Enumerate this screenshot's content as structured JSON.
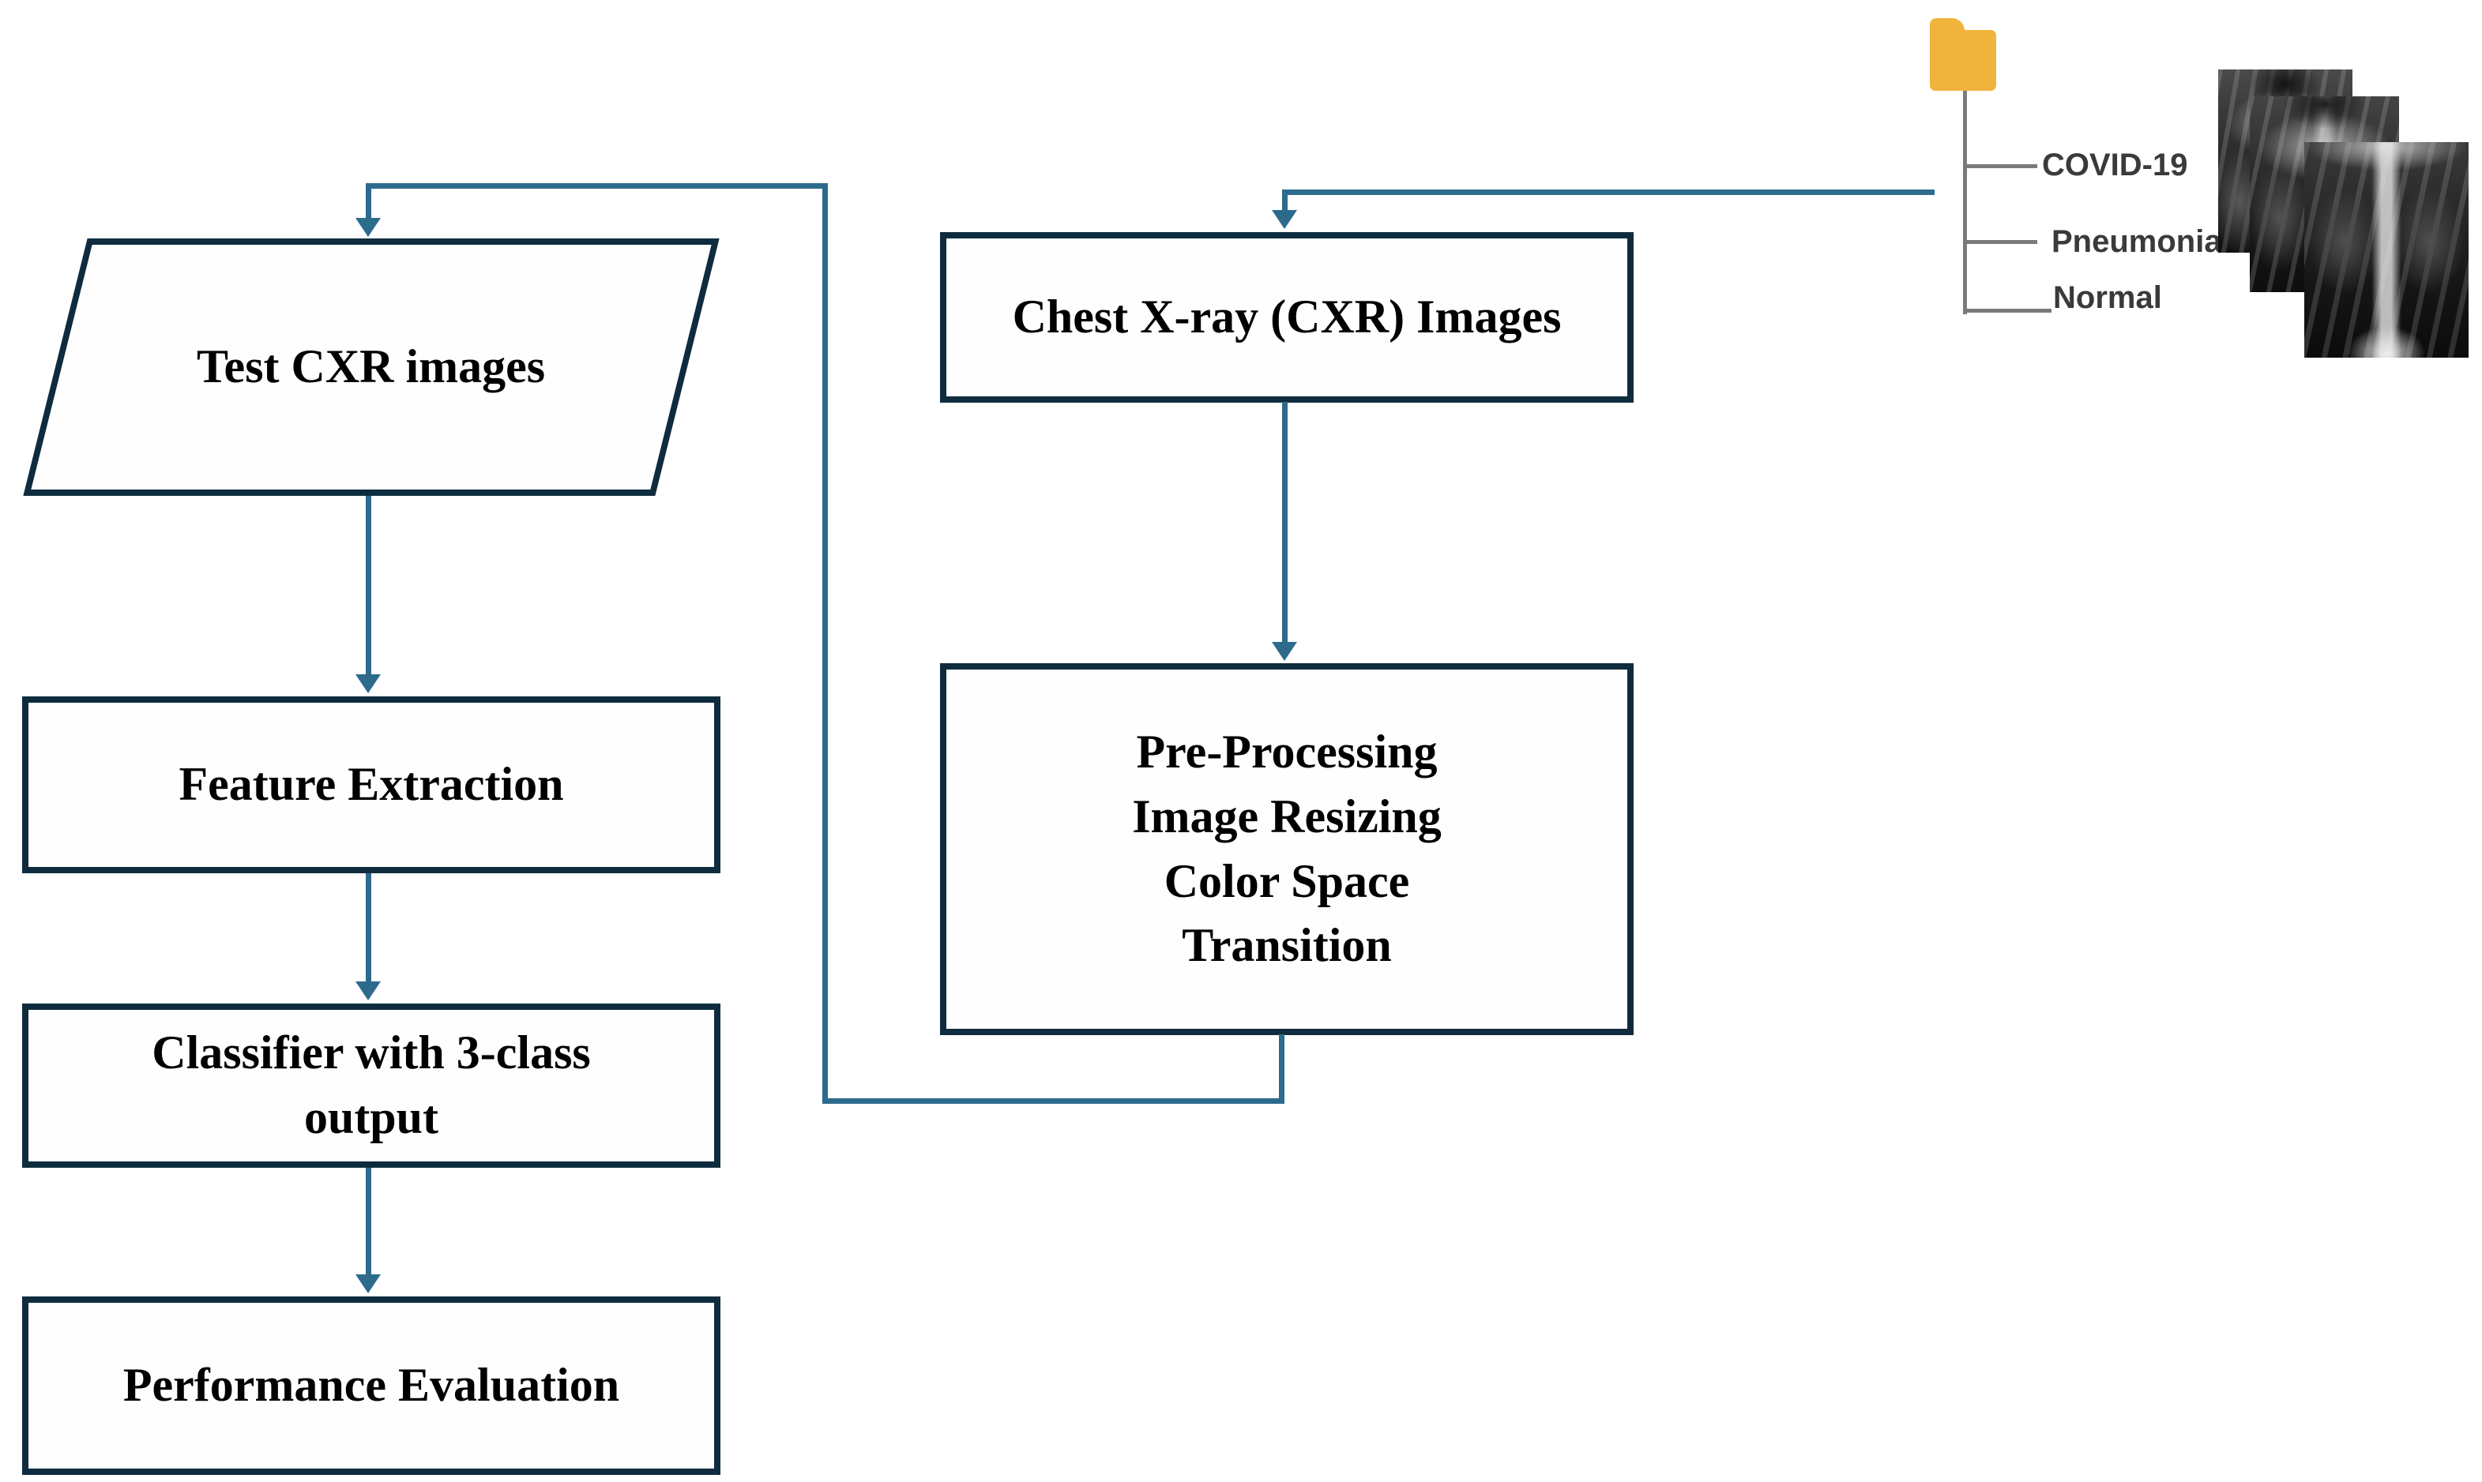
{
  "figure": {
    "nodes": {
      "test_cxr": {
        "label": "Test CXR images"
      },
      "feature_extraction": {
        "label": "Feature Extraction"
      },
      "classifier": {
        "lines": [
          "Classifier with 3-class",
          "output"
        ]
      },
      "performance": {
        "label": "Performance Evaluation"
      },
      "chest_xray": {
        "label": "Chest X-ray (CXR) Images"
      },
      "preprocessing": {
        "lines": [
          "Pre-Processing",
          "Image Resizing",
          "Color Space",
          "Transition"
        ]
      }
    },
    "dataset": {
      "classes": [
        "COVID-19",
        "Pneumonia",
        "Normal"
      ]
    },
    "colors": {
      "node_border": "#0e2c3e",
      "connector": "#2d6b8d",
      "folder": "#f0b43c",
      "tree_line": "#7a7a7a",
      "tree_label": "#3a3a3a",
      "node_text": "#000000"
    }
  }
}
